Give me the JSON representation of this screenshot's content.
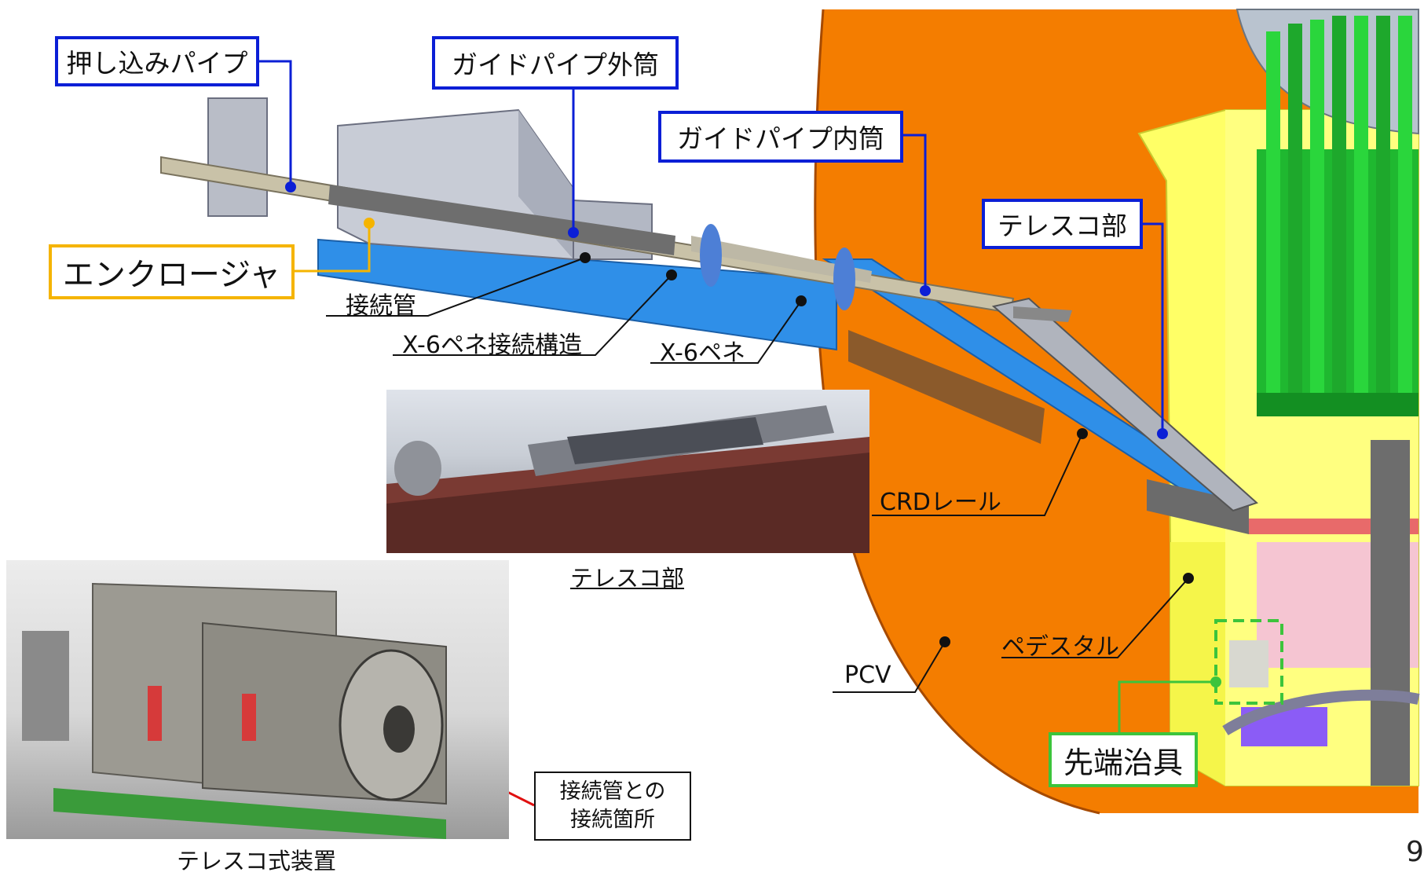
{
  "callouts": {
    "push_pipe": "押し込みパイプ",
    "guide_outer": "ガイドパイプ外筒",
    "guide_inner": "ガイドパイプ内筒",
    "telescope_part": "テレスコ部",
    "enclosure": "エンクロージャ",
    "tip_jig": "先端治具",
    "connection_point": [
      "接続管との",
      "接続箇所"
    ]
  },
  "leader_labels": {
    "connection_pipe": "接続管",
    "x6_pene_structure": "X-6ペネ接続構造",
    "x6_pene": "X-6ペネ",
    "crd_rail": "CRDレール",
    "pedestal": "ペデスタル",
    "pcv": "PCV"
  },
  "captions": {
    "telescope_photo": "テレスコ部",
    "device_photo": "テレスコ式装置"
  },
  "page_number": "9",
  "colors": {
    "callout_blue": "#0b1fd6",
    "callout_yellow": "#f5b400",
    "callout_green": "#3cc43c",
    "pcv_orange": "#f47d00",
    "pedestal_yellow": "#ffff66",
    "rail_blue": "#2f8fe8",
    "control_rod_green": "#1fb830"
  }
}
